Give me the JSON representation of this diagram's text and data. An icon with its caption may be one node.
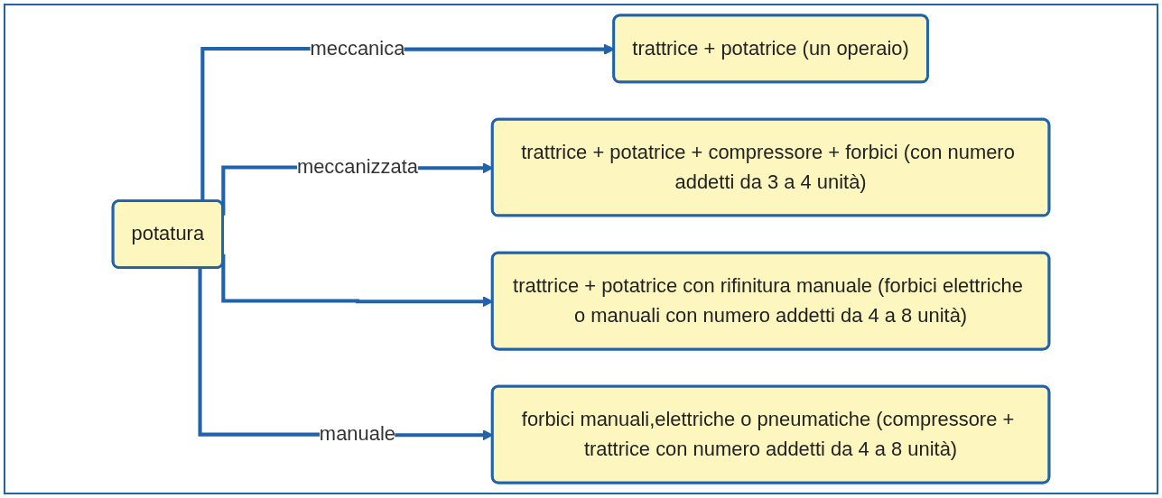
{
  "diagram": {
    "nodes": [
      {
        "text": [
          "potatura"
        ]
      },
      {
        "text": [
          "trattrice + potatrice (un operaio)"
        ]
      },
      {
        "text": [
          "trattrice + potatrice + compressore + forbici (con numero addetti da 3 a 4 unità)"
        ]
      },
      {
        "text": [
          "trattrice + potatrice con rifinitura manuale (forbici elettriche o manuali con numero addetti da 4 a 8 unità)"
        ]
      },
      {
        "text": [
          "forbici manuali,elettriche o pneumatiche (compressore + trattrice con numero addetti da 4 a 8 unità)"
        ]
      }
    ],
    "edges": [
      {
        "from": 0,
        "to": 1,
        "arrow": "to",
        "label": "meccanica"
      },
      {
        "from": 0,
        "to": 2,
        "arrow": "to",
        "label": "meccanizzata"
      },
      {
        "from": 0,
        "to": 3,
        "arrow": "to"
      },
      {
        "from": 0,
        "to": 4,
        "arrow": "to",
        "label": "manuale"
      }
    ]
  }
}
